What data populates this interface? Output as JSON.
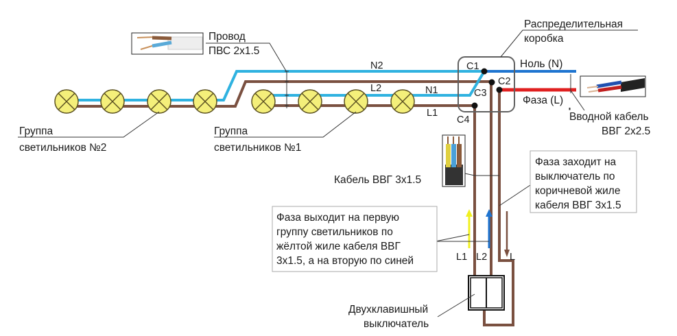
{
  "title": "Схема подключения двух групп светильников через двухклавишный выключатель",
  "colors": {
    "neutral_wire": "#2fb2e0",
    "phase_wire": "#7a5040",
    "input_neutral": "#1e74d0",
    "input_phase": "#e02020",
    "lamp_fill": "#f4ef7a",
    "lamp_stroke": "#5a5020",
    "arrow_yellow": "#f0f020",
    "arrow_blue": "#1e74d0",
    "arrow_brown": "#7a5040",
    "junction_box": "#606060"
  },
  "labels": {
    "wire_pvs": [
      "Провод",
      "ПВС 2х1.5"
    ],
    "junction_box": [
      "Распределительная",
      "коробка"
    ],
    "neutral_in": "Ноль (N)",
    "phase_in": "Фаза (L)",
    "input_cable": [
      "Вводной кабель",
      "ВВГ 2х2.5"
    ],
    "group2": [
      "Группа",
      "светильников №2"
    ],
    "group1": [
      "Группа",
      "светильников №1"
    ],
    "cable_vvg": "Кабель ВВГ 3х1.5",
    "phase_in_note": [
      "Фаза заходит на",
      "выключатель по",
      "коричневой жиле",
      "кабеля ВВГ 3х1.5"
    ],
    "phase_out_note": [
      "Фаза выходит на первую",
      "группу светильников по",
      "жёлтой жиле кабеля ВВГ",
      "3х1.5, а на вторую по синей"
    ],
    "switch": [
      "Двухклавишный",
      "выключатель"
    ]
  },
  "wires": {
    "n2": "N2",
    "l2": "L2",
    "n1": "N1",
    "l1": "L1"
  },
  "connections": [
    "C1",
    "C2",
    "C3",
    "C4"
  ],
  "switch_wires": {
    "l1": "L1",
    "l2": "L2",
    "l": "L"
  },
  "lamps": {
    "group2_count": 4,
    "group1_count": 4
  }
}
